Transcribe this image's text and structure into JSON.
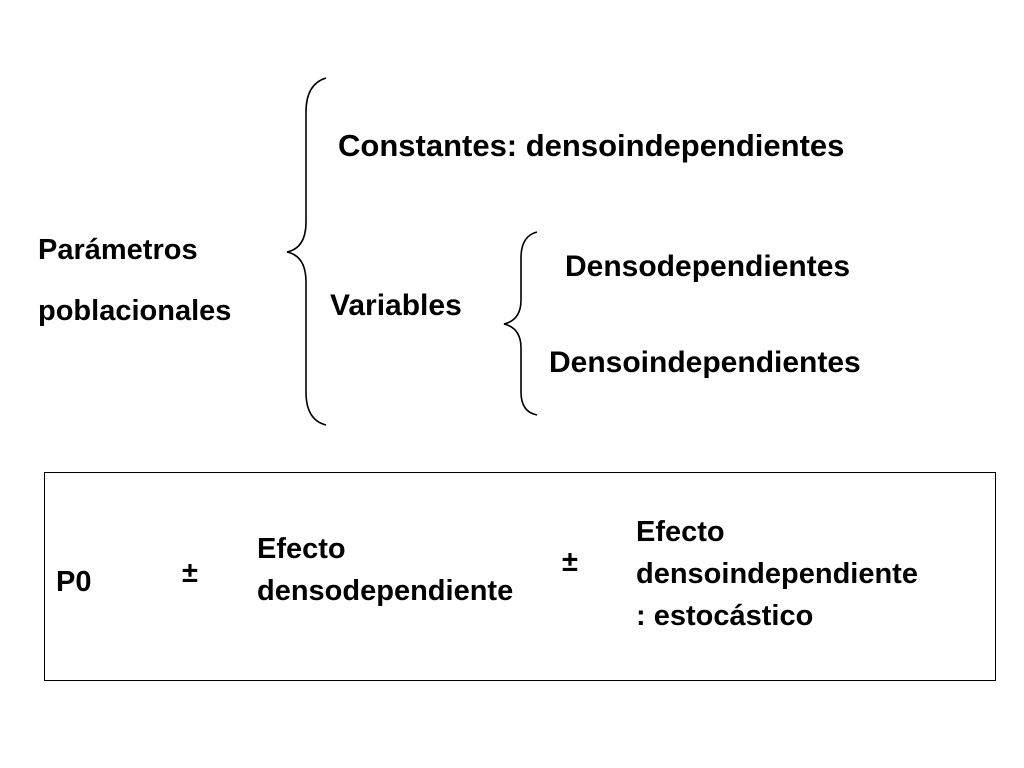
{
  "diagram": {
    "root_label_line1": "Parámetros",
    "root_label_line2": "poblacionales",
    "branch_constant": "Constantes: densoindependientes",
    "branch_variable": "Variables",
    "variable_sub1": "Densodependientes",
    "variable_sub2": "Densoindependientes"
  },
  "formula": {
    "term_p0": "P0",
    "operator1": "±",
    "term2_line1": "Efecto",
    "term2_line2": "densodependiente",
    "operator2": "±",
    "term3_line1": "Efecto",
    "term3_line2": "densoindependiente",
    "term3_line3": ": estocástico"
  },
  "colors": {
    "text": "#000000",
    "background": "#ffffff",
    "border": "#000000"
  }
}
